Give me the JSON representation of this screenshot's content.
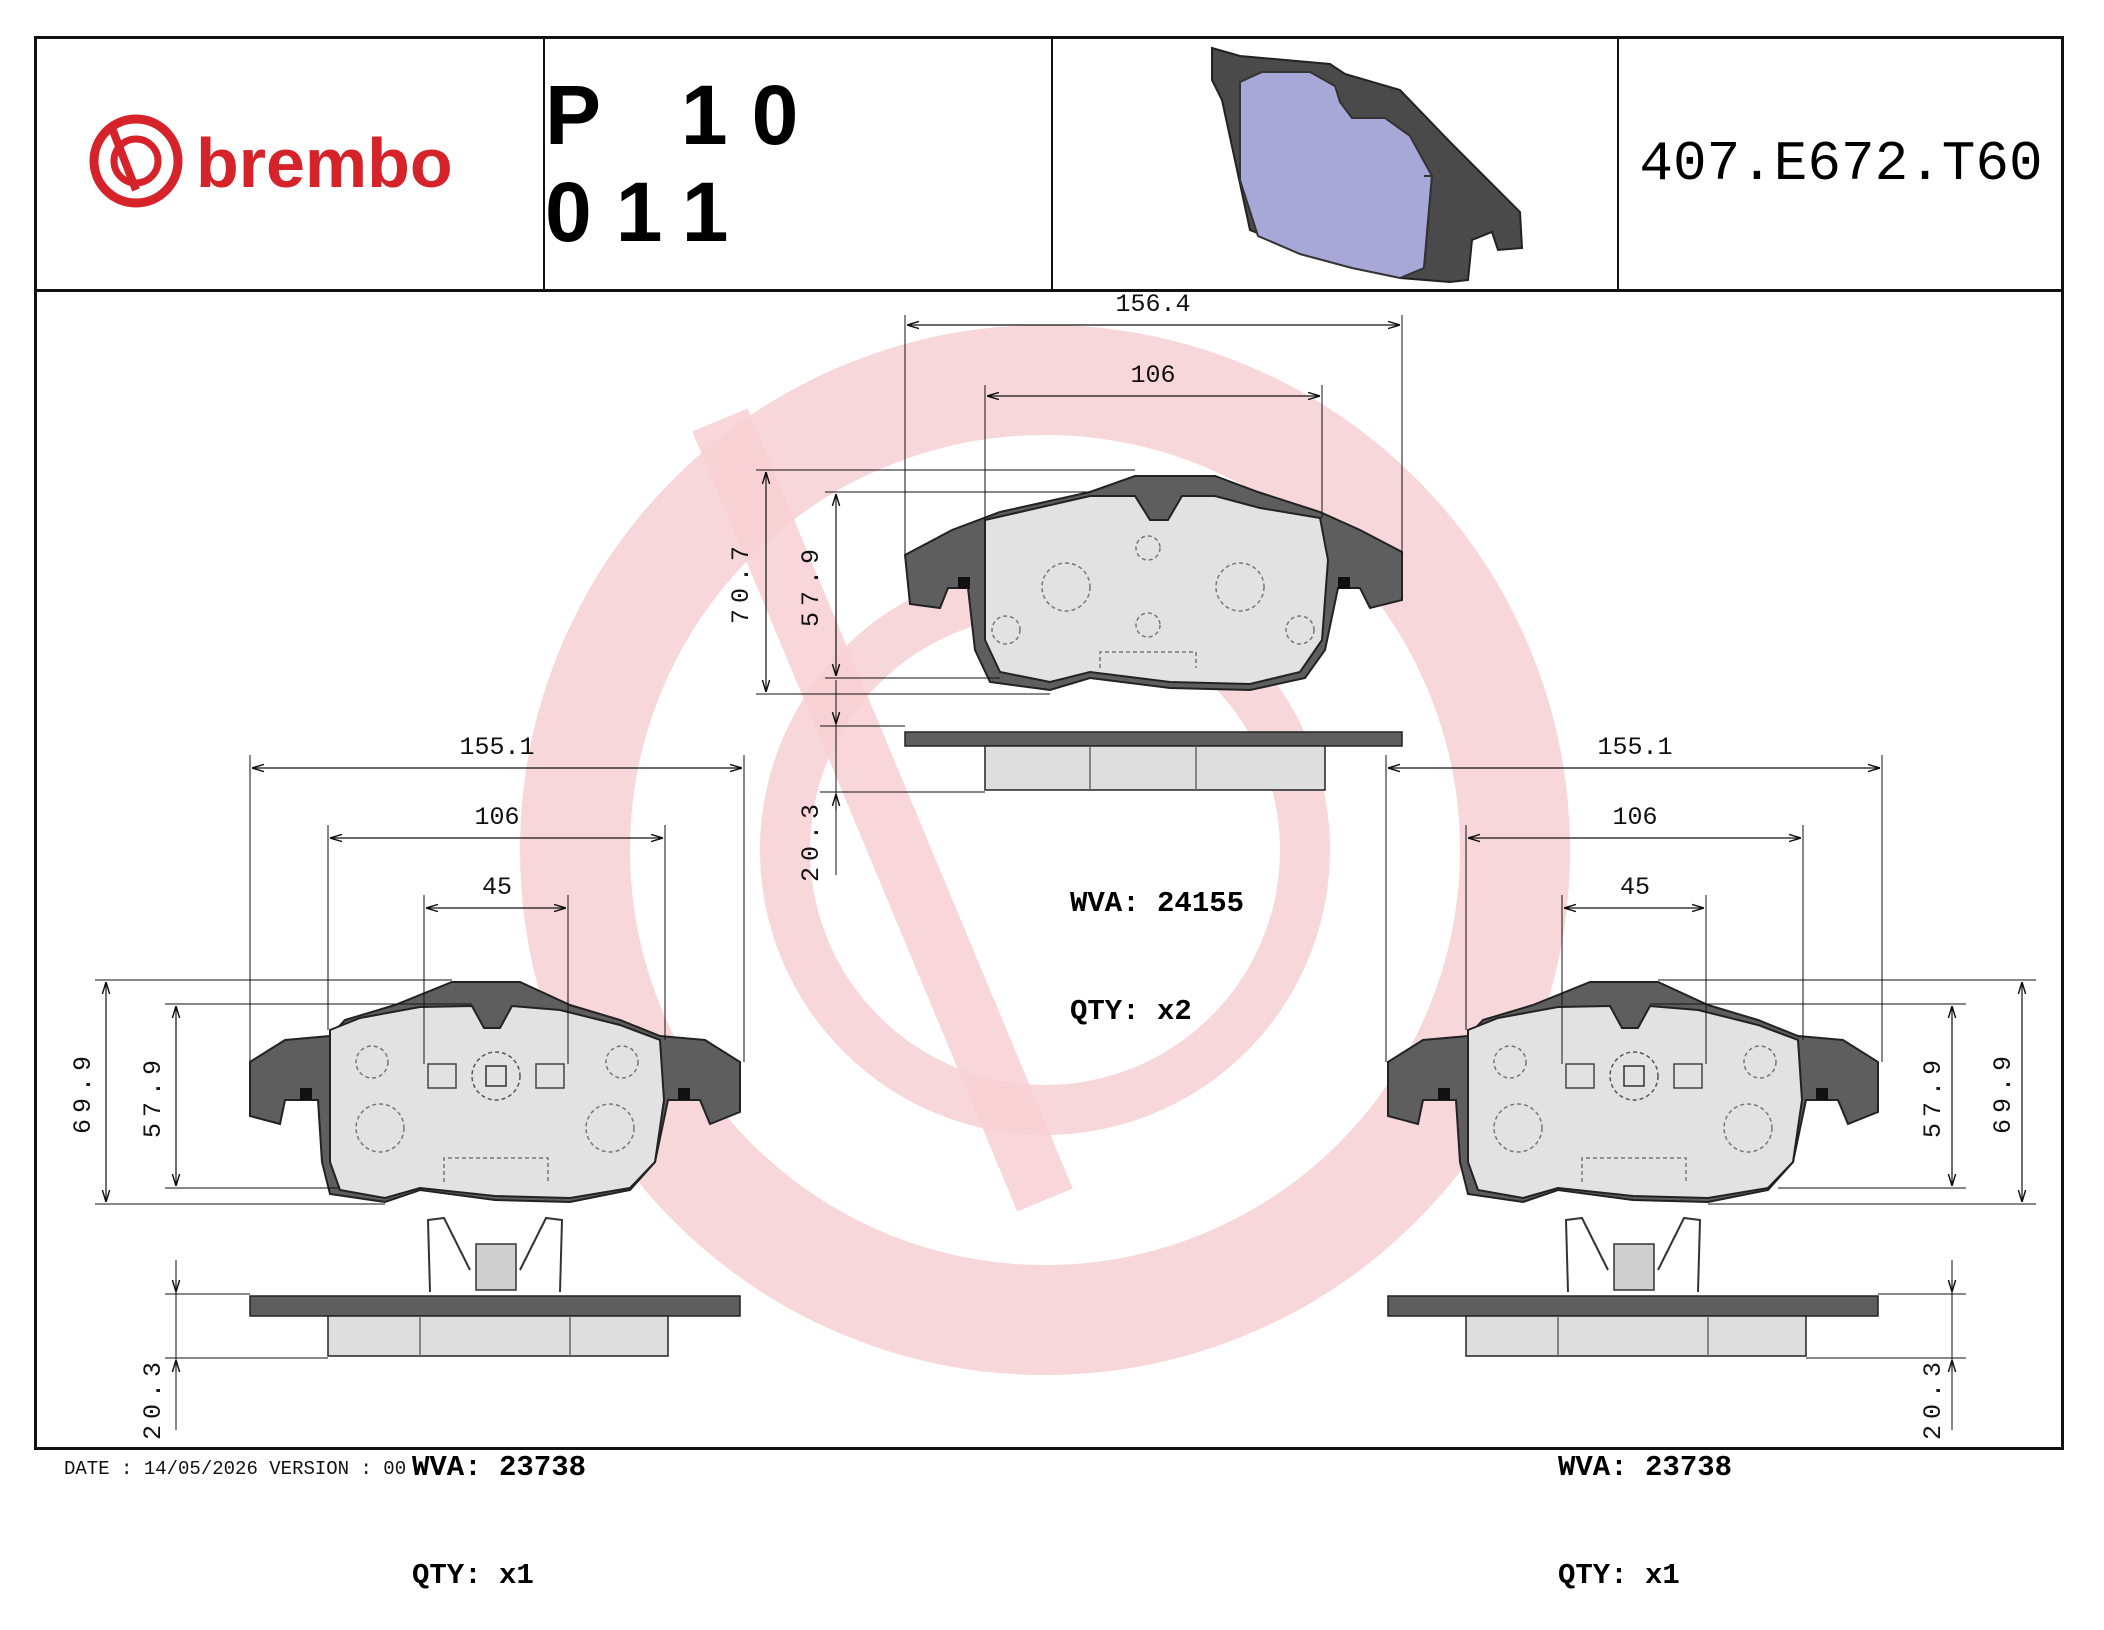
{
  "header": {
    "brand": "brembo",
    "part_number": "P 10 011",
    "reference_code": "407.E672.T60"
  },
  "pads": {
    "top": {
      "dim_width_total": "156.4",
      "dim_width_inner": "106",
      "dim_height_total": "70.7",
      "dim_height_pad": "57.9",
      "dim_thickness": "20.3",
      "wva_label": "WVA:",
      "wva_value": "24155",
      "qty_label": "QTY:",
      "qty_value": "x2"
    },
    "left": {
      "dim_width_total": "155.1",
      "dim_width_inner": "106",
      "dim_width_center": "45",
      "dim_height_total": "69.9",
      "dim_height_pad": "57.9",
      "dim_thickness": "20.3",
      "wva_label": "WVA:",
      "wva_value": "23738",
      "qty_label": "QTY:",
      "qty_value": "x1"
    },
    "right": {
      "dim_width_total": "155.1",
      "dim_width_inner": "106",
      "dim_width_center": "45",
      "dim_height_total": "69.9",
      "dim_height_pad": "57.9",
      "dim_thickness": "20.3",
      "wva_label": "WVA:",
      "wva_value": "23738",
      "qty_label": "QTY:",
      "qty_value": "x1"
    }
  },
  "footer": {
    "date_label": "DATE :",
    "date_value": "14/05/2026",
    "version_label": "VERSION :",
    "version_value": "00"
  },
  "colors": {
    "brand_red": "#d6232a",
    "watermark": "#f6c9cc",
    "backing_plate": "#5a5a5a",
    "friction_pad": "#e2e2e2",
    "render_pad": "#a8a8d8"
  }
}
